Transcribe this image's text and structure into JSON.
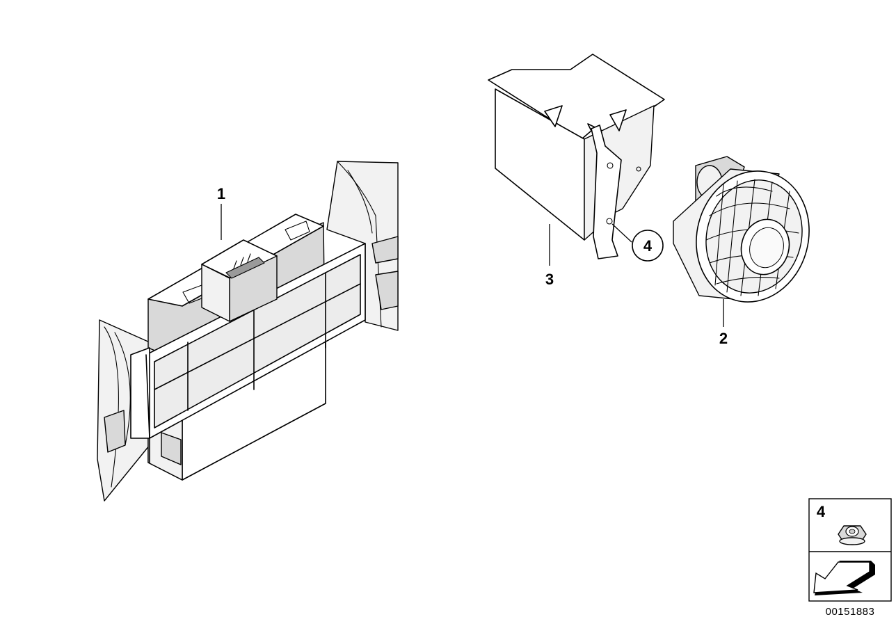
{
  "labels": {
    "part1": "1",
    "part2": "2",
    "part3": "3",
    "part4": "4",
    "legend_part": "4"
  },
  "document_number": "00151883",
  "icons": {
    "control_unit": "control-unit-icon",
    "horn": "horn-speaker-icon",
    "bracket": "mounting-bracket-icon",
    "nut": "hex-nut-icon",
    "arrow": "direction-arrow-icon"
  }
}
